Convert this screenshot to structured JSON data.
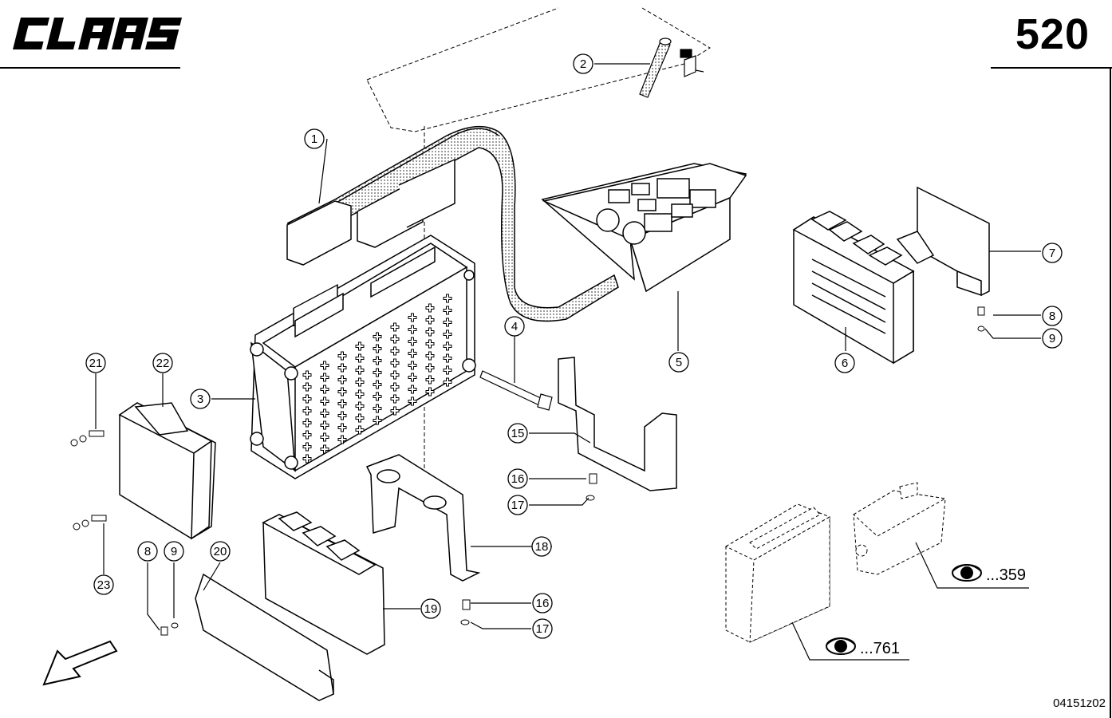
{
  "header": {
    "brand": "CLAAS",
    "page_number": "520"
  },
  "footer": {
    "drawing_code": "04151z02"
  },
  "callouts": {
    "c1": "1",
    "c2": "2",
    "c3": "3",
    "c4": "4",
    "c5": "5",
    "c6": "6",
    "c7": "7",
    "c8a": "8",
    "c9a": "9",
    "c8b": "8",
    "c9b": "9",
    "c15": "15",
    "c16a": "16",
    "c17a": "17",
    "c16b": "16",
    "c17b": "17",
    "c18": "18",
    "c19": "19",
    "c20": "20",
    "c21": "21",
    "c22": "22",
    "c23": "23"
  },
  "references": {
    "ref_359": "...359",
    "ref_761": "...761"
  },
  "icons": {
    "reference": "eye-icon",
    "direction": "arrow-down-left-icon"
  },
  "colors": {
    "ink": "#000000",
    "paper": "#ffffff",
    "hose_fill": "#b8b8b8"
  }
}
